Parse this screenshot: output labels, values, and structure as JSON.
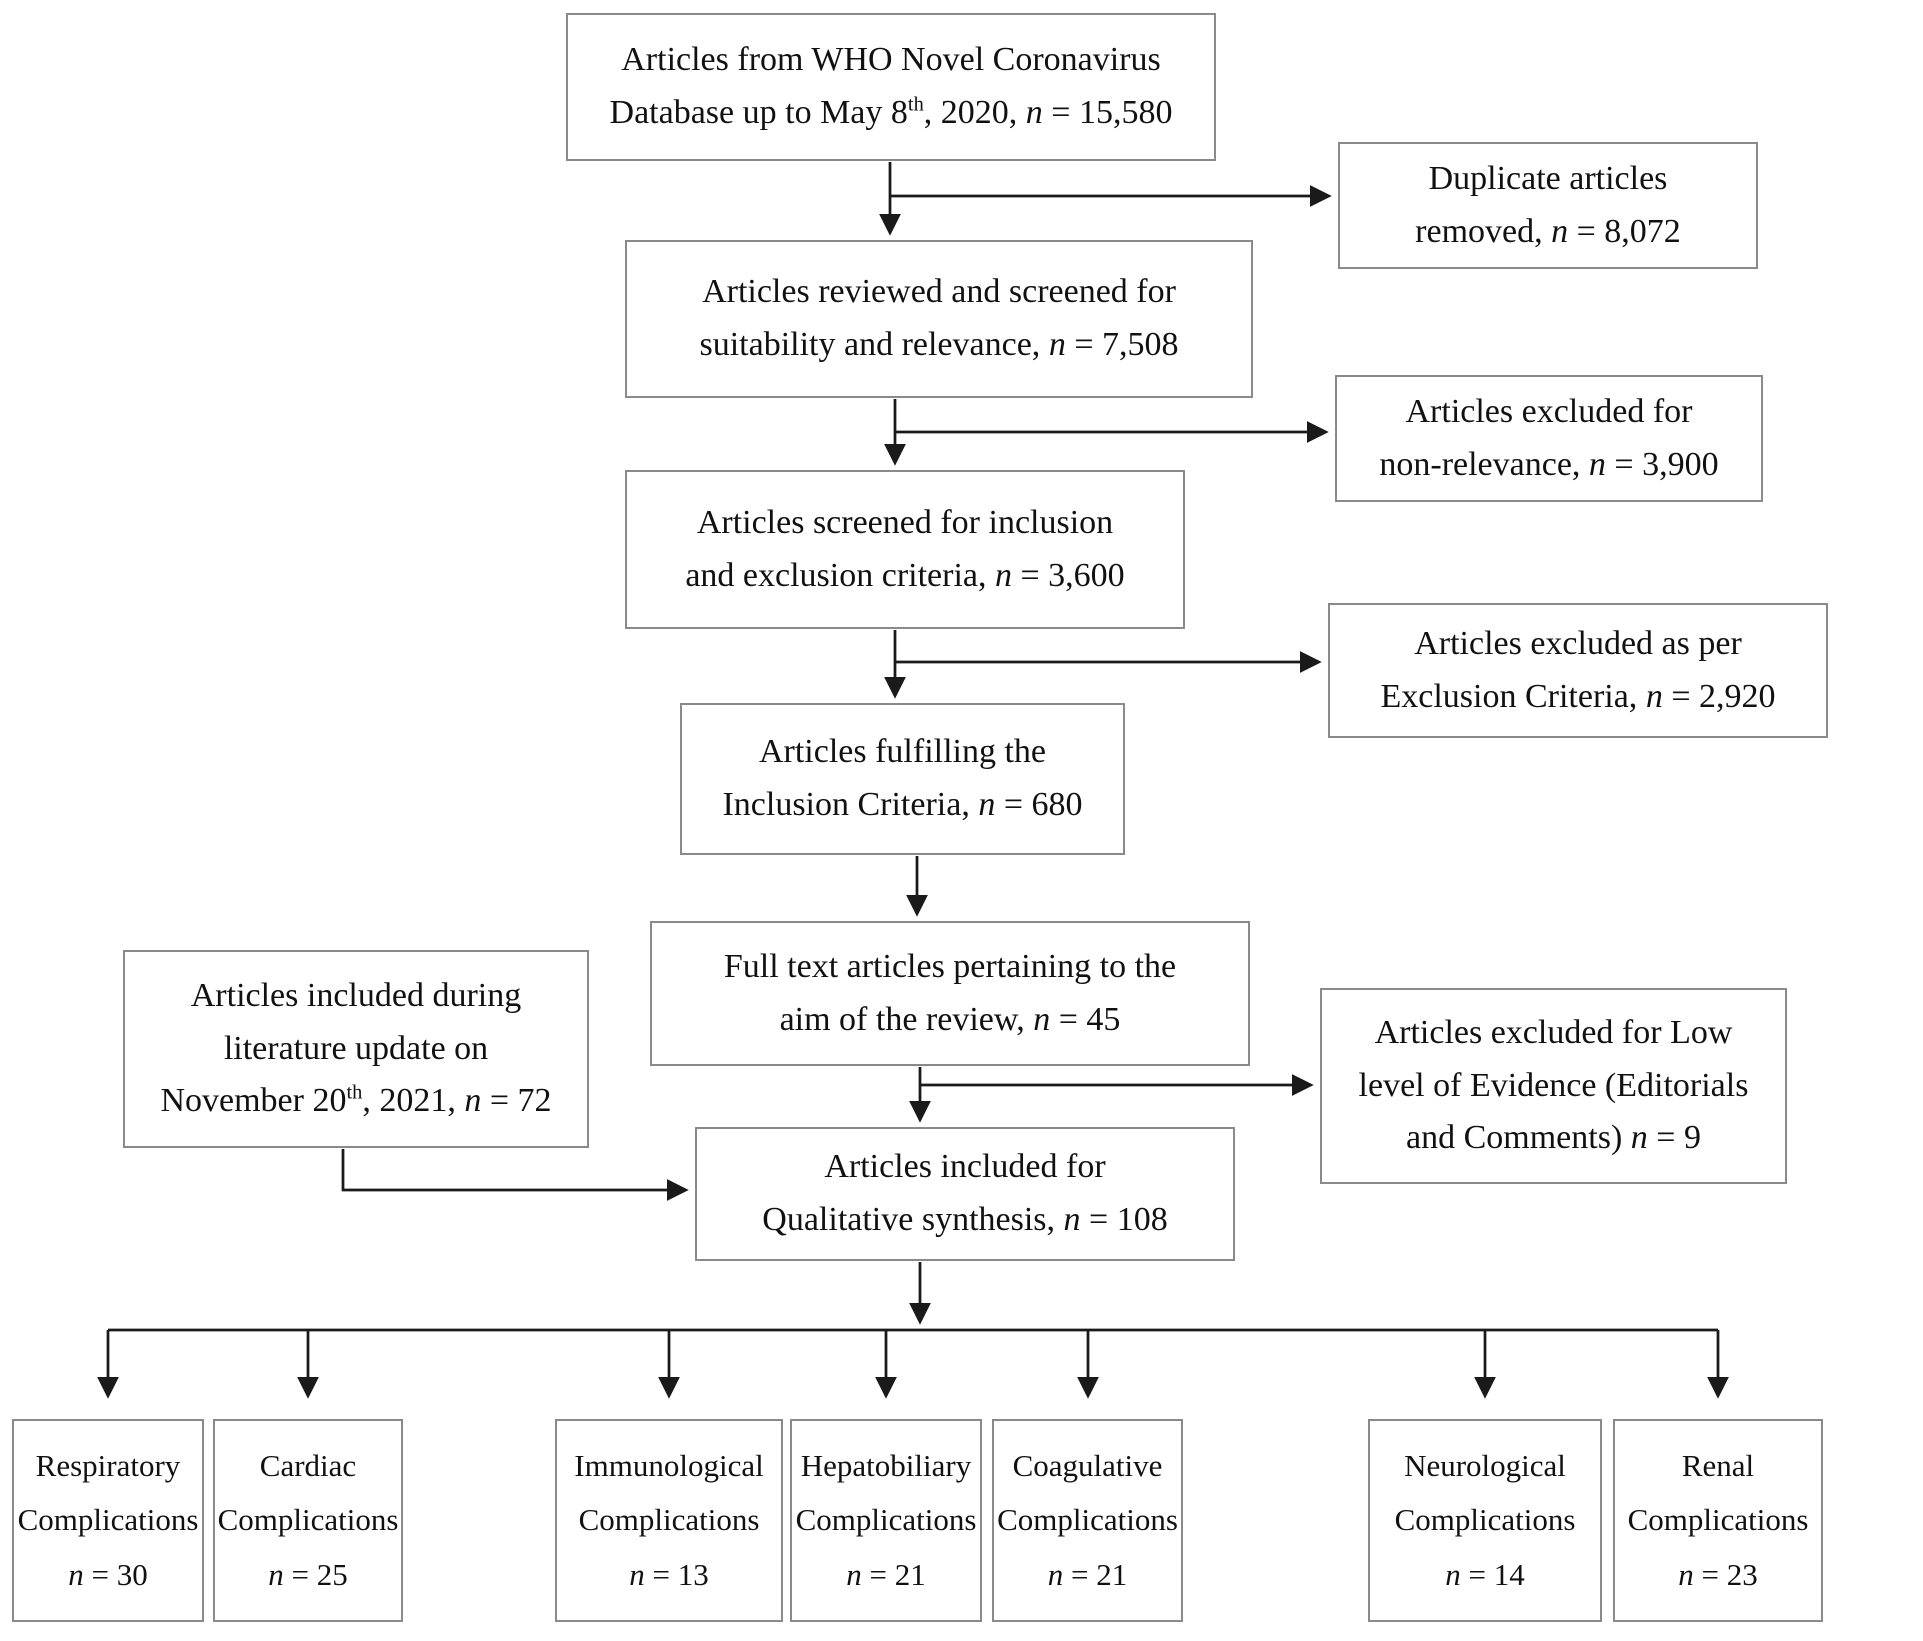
{
  "colors": {
    "box_border": "#8a8a8a",
    "arrow": "#1a1a1a",
    "text": "#111111",
    "background": "#ffffff"
  },
  "nodes": {
    "who_database": {
      "lines": [
        [
          {
            "t": "Articles from WHO Novel Coronavirus"
          }
        ],
        [
          {
            "t": "Database up to May 8"
          },
          {
            "t": "th",
            "s": "sup"
          },
          {
            "t": ", 2020, "
          },
          {
            "t": "n",
            "s": "i"
          },
          {
            "t": " = 15,580"
          }
        ]
      ]
    },
    "duplicates_removed": {
      "lines": [
        [
          {
            "t": "Duplicate articles"
          }
        ],
        [
          {
            "t": "removed, "
          },
          {
            "t": "n",
            "s": "i"
          },
          {
            "t": " = 8,072"
          }
        ]
      ]
    },
    "reviewed_screened": {
      "lines": [
        [
          {
            "t": "Articles reviewed and screened for"
          }
        ],
        [
          {
            "t": "suitability and relevance, "
          },
          {
            "t": "n",
            "s": "i"
          },
          {
            "t": " = 7,508"
          }
        ]
      ]
    },
    "excluded_nonrelevance": {
      "lines": [
        [
          {
            "t": "Articles excluded for"
          }
        ],
        [
          {
            "t": "non-relevance, "
          },
          {
            "t": "n",
            "s": "i"
          },
          {
            "t": " = 3,900"
          }
        ]
      ]
    },
    "screened_criteria": {
      "lines": [
        [
          {
            "t": "Articles screened for inclusion"
          }
        ],
        [
          {
            "t": "and exclusion criteria, "
          },
          {
            "t": "n",
            "s": "i"
          },
          {
            "t": " = 3,600"
          }
        ]
      ]
    },
    "excluded_exclusion": {
      "lines": [
        [
          {
            "t": "Articles excluded as per"
          }
        ],
        [
          {
            "t": "Exclusion Criteria, "
          },
          {
            "t": "n",
            "s": "i"
          },
          {
            "t": " = 2,920"
          }
        ]
      ]
    },
    "fulfilling_inclusion": {
      "lines": [
        [
          {
            "t": "Articles fulfilling the"
          }
        ],
        [
          {
            "t": "Inclusion Criteria, "
          },
          {
            "t": "n",
            "s": "i"
          },
          {
            "t": " = 680"
          }
        ]
      ]
    },
    "fulltext_aim": {
      "lines": [
        [
          {
            "t": "Full text articles pertaining to the"
          }
        ],
        [
          {
            "t": "aim of the review, "
          },
          {
            "t": "n",
            "s": "i"
          },
          {
            "t": " = 45"
          }
        ]
      ]
    },
    "literature_update": {
      "lines": [
        [
          {
            "t": "Articles included during"
          }
        ],
        [
          {
            "t": "literature update on"
          }
        ],
        [
          {
            "t": "November 20"
          },
          {
            "t": "th",
            "s": "sup"
          },
          {
            "t": ", 2021, "
          },
          {
            "t": "n",
            "s": "i"
          },
          {
            "t": " = 72"
          }
        ]
      ]
    },
    "excluded_low_evidence": {
      "lines": [
        [
          {
            "t": "Articles excluded for Low"
          }
        ],
        [
          {
            "t": "level of Evidence (Editorials"
          }
        ],
        [
          {
            "t": "and Comments) "
          },
          {
            "t": "n",
            "s": "i"
          },
          {
            "t": " = 9"
          }
        ]
      ]
    },
    "qualitative_synthesis": {
      "lines": [
        [
          {
            "t": "Articles included for"
          }
        ],
        [
          {
            "t": "Qualitative synthesis, "
          },
          {
            "t": "n",
            "s": "i"
          },
          {
            "t": " = 108"
          }
        ]
      ]
    },
    "respiratory": {
      "lines": [
        [
          {
            "t": "Respiratory"
          }
        ],
        [
          {
            "t": "Complications"
          }
        ],
        [
          {
            "t": "n",
            "s": "i"
          },
          {
            "t": " = 30"
          }
        ]
      ]
    },
    "cardiac": {
      "lines": [
        [
          {
            "t": "Cardiac"
          }
        ],
        [
          {
            "t": "Complications"
          }
        ],
        [
          {
            "t": "n",
            "s": "i"
          },
          {
            "t": " = 25"
          }
        ]
      ]
    },
    "immunological": {
      "lines": [
        [
          {
            "t": "Immunological"
          }
        ],
        [
          {
            "t": "Complications"
          }
        ],
        [
          {
            "t": "n",
            "s": "i"
          },
          {
            "t": " = 13"
          }
        ]
      ]
    },
    "hepatobiliary": {
      "lines": [
        [
          {
            "t": "Hepatobiliary"
          }
        ],
        [
          {
            "t": "Complications"
          }
        ],
        [
          {
            "t": "n",
            "s": "i"
          },
          {
            "t": " = 21"
          }
        ]
      ]
    },
    "coagulative": {
      "lines": [
        [
          {
            "t": "Coagulative"
          }
        ],
        [
          {
            "t": "Complications"
          }
        ],
        [
          {
            "t": "n",
            "s": "i"
          },
          {
            "t": " = 21"
          }
        ]
      ]
    },
    "neurological": {
      "lines": [
        [
          {
            "t": "Neurological"
          }
        ],
        [
          {
            "t": "Complications"
          }
        ],
        [
          {
            "t": "n",
            "s": "i"
          },
          {
            "t": " = 14"
          }
        ]
      ]
    },
    "renal": {
      "lines": [
        [
          {
            "t": "Renal"
          }
        ],
        [
          {
            "t": "Complications"
          }
        ],
        [
          {
            "t": "n",
            "s": "i"
          },
          {
            "t": " = 23"
          }
        ]
      ]
    }
  }
}
